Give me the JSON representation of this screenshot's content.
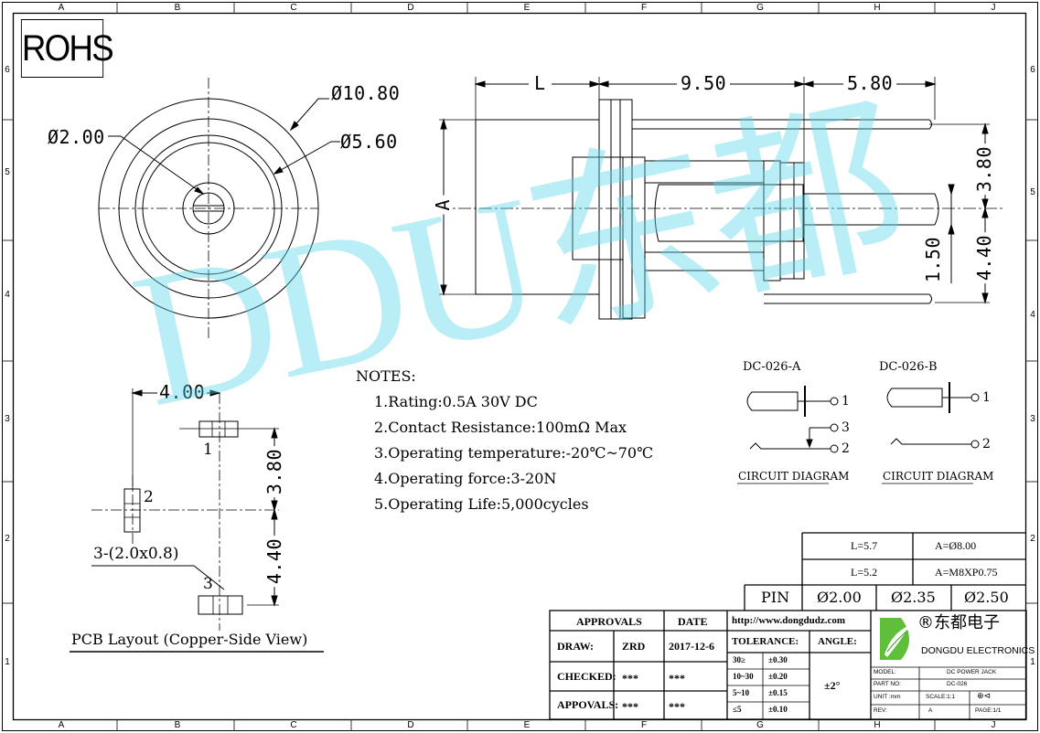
{
  "grid": {
    "columns": [
      "A",
      "B",
      "C",
      "D",
      "E",
      "F",
      "G",
      "H",
      "J"
    ],
    "rows": [
      "6",
      "5",
      "4",
      "3",
      "2",
      "1"
    ]
  },
  "rohs_label": "ROHS",
  "watermark": "DDU东都",
  "front_view": {
    "dia_outer": "Ø10.80",
    "dia_mid": "Ø5.60",
    "dia_pin": "Ø2.00"
  },
  "side_view": {
    "dim_L": "L",
    "dim_950": "9.50",
    "dim_580": "5.80",
    "dim_A": "A",
    "dim_380": "3.80",
    "dim_150": "1.50",
    "dim_440": "4.40"
  },
  "pcb": {
    "dim_400": "4.00",
    "dim_380": "3.80",
    "dim_440": "4.40",
    "pad1": "1",
    "pad2": "2",
    "pad3": "3",
    "pads_label": "3-(2.0x0.8)",
    "title": "PCB Layout (Copper-Side View)"
  },
  "notes": {
    "title": "NOTES:",
    "items": [
      "1.Rating:0.5A 30V DC",
      "2.Contact Resistance:100mΩ Max",
      "3.Operating temperature:-20℃~70℃",
      "4.Operating force:3-20N",
      "5.Operating Life:5,000cycles"
    ]
  },
  "circuits": {
    "a_title": "DC-026-A",
    "b_title": "DC-026-B",
    "caption": "CIRCUIT DIAGRAM",
    "a_p1": "1",
    "a_p3": "3",
    "a_p2": "2",
    "b_p1": "1",
    "b_p2": "2"
  },
  "variants": {
    "row1_L": "L=5.7",
    "row1_A": "A=Ø8.00",
    "row2_L": "L=5.2",
    "row2_A": "A=M8XP0.75",
    "pin_label": "PIN",
    "pin_values": [
      "Ø2.00",
      "Ø2.35",
      "Ø2.50"
    ]
  },
  "title_block": {
    "approvals": "APPROVALS",
    "date": "DATE",
    "website": "http://www.dongdudz.com",
    "draw": "DRAW:",
    "draw_name": "ZRD",
    "draw_date": "2017-12-6",
    "checked": "CHECKED:",
    "checked_name": "***",
    "checked_date": "***",
    "appovals": "APPOVALS:",
    "appovals_name": "***",
    "appovals_date": "***",
    "tolerance": "TOLERANCE:",
    "angle": "ANGLE:",
    "angle_value": "±2°",
    "tol_rows": [
      {
        "range": "30≥",
        "value": "±0.30"
      },
      {
        "range": "10~30",
        "value": "±0.20"
      },
      {
        "range": "5~10",
        "value": "±0.15"
      },
      {
        "range": "≤5",
        "value": "±0.10"
      }
    ],
    "company_cn": "®东都电子",
    "company_en": "DONGDU ELECTRONICS",
    "model_label": "MODEL:",
    "model_value": "DC POWER JACK",
    "partno_label": "PART NO:",
    "partno_value": "DC-026",
    "unit_label": "UNIT :mm",
    "scale_label": "SCALE:1:1",
    "rev_label": "REV:",
    "rev_value": "A",
    "page_label": "PAGE:1/1"
  }
}
